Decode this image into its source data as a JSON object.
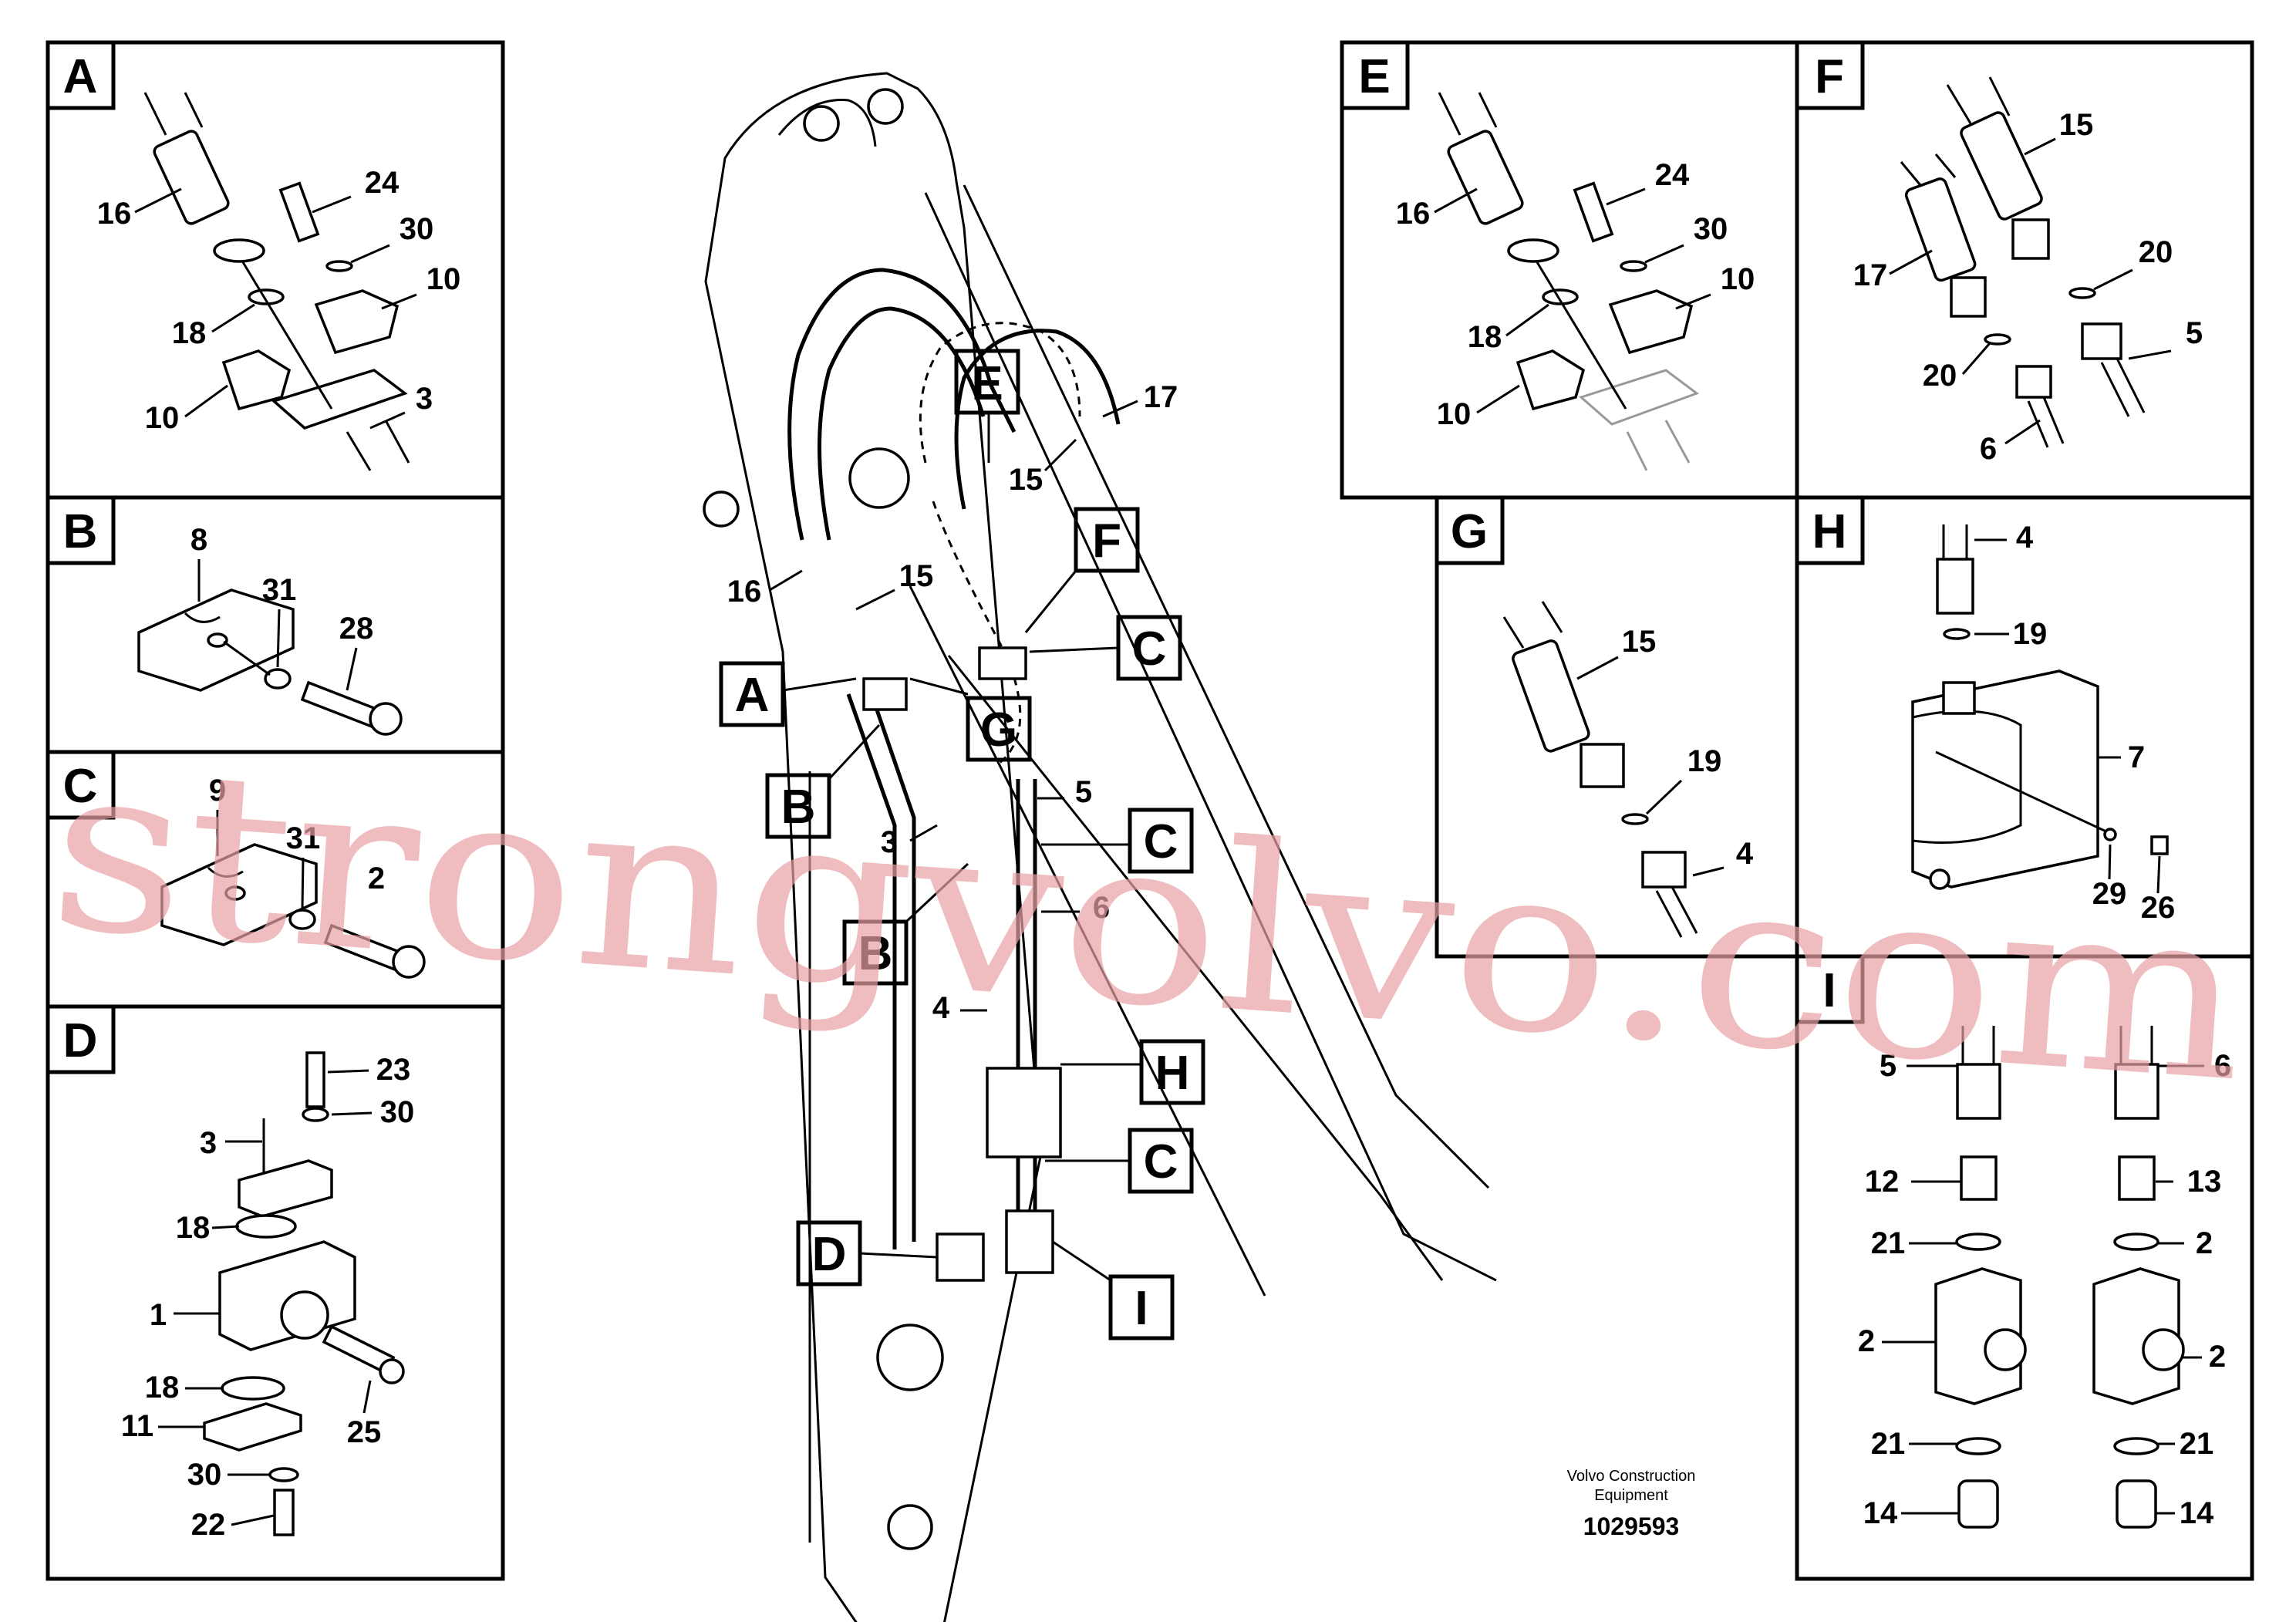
{
  "panels": {
    "A": {
      "letter": "A",
      "callouts": [
        "16",
        "24",
        "30",
        "10",
        "18",
        "10",
        "3"
      ]
    },
    "B": {
      "letter": "B",
      "callouts": [
        "8",
        "31",
        "28"
      ]
    },
    "C": {
      "letter": "C",
      "callouts": [
        "9",
        "31",
        "2"
      ]
    },
    "D": {
      "letter": "D",
      "callouts": [
        "23",
        "30",
        "3",
        "18",
        "1",
        "18",
        "25",
        "11",
        "30",
        "22"
      ]
    },
    "E": {
      "letter": "E",
      "callouts": [
        "16",
        "24",
        "30",
        "10",
        "18",
        "10"
      ]
    },
    "F": {
      "letter": "F",
      "callouts": [
        "15",
        "17",
        "20",
        "20",
        "5",
        "6"
      ]
    },
    "G": {
      "letter": "G",
      "callouts": [
        "15",
        "19",
        "4"
      ]
    },
    "H": {
      "letter": "H",
      "callouts": [
        "4",
        "19",
        "7",
        "29",
        "26"
      ]
    },
    "I": {
      "letter": "I",
      "callouts": [
        "5",
        "6",
        "12",
        "13",
        "21",
        "2",
        "2",
        "2",
        "21",
        "21",
        "14",
        "14"
      ]
    }
  },
  "boom": {
    "callouts": [
      "17",
      "15",
      "16",
      "15",
      "5",
      "3",
      "6",
      "4"
    ],
    "section_labels": [
      "E",
      "F",
      "C",
      "A",
      "G",
      "B",
      "C",
      "B",
      "H",
      "C",
      "D",
      "I"
    ]
  },
  "footer": {
    "maker_line1": "Volvo Construction",
    "maker_line2": "Equipment",
    "drawing_number": "1029593"
  },
  "watermark": "strongvolvo.com"
}
